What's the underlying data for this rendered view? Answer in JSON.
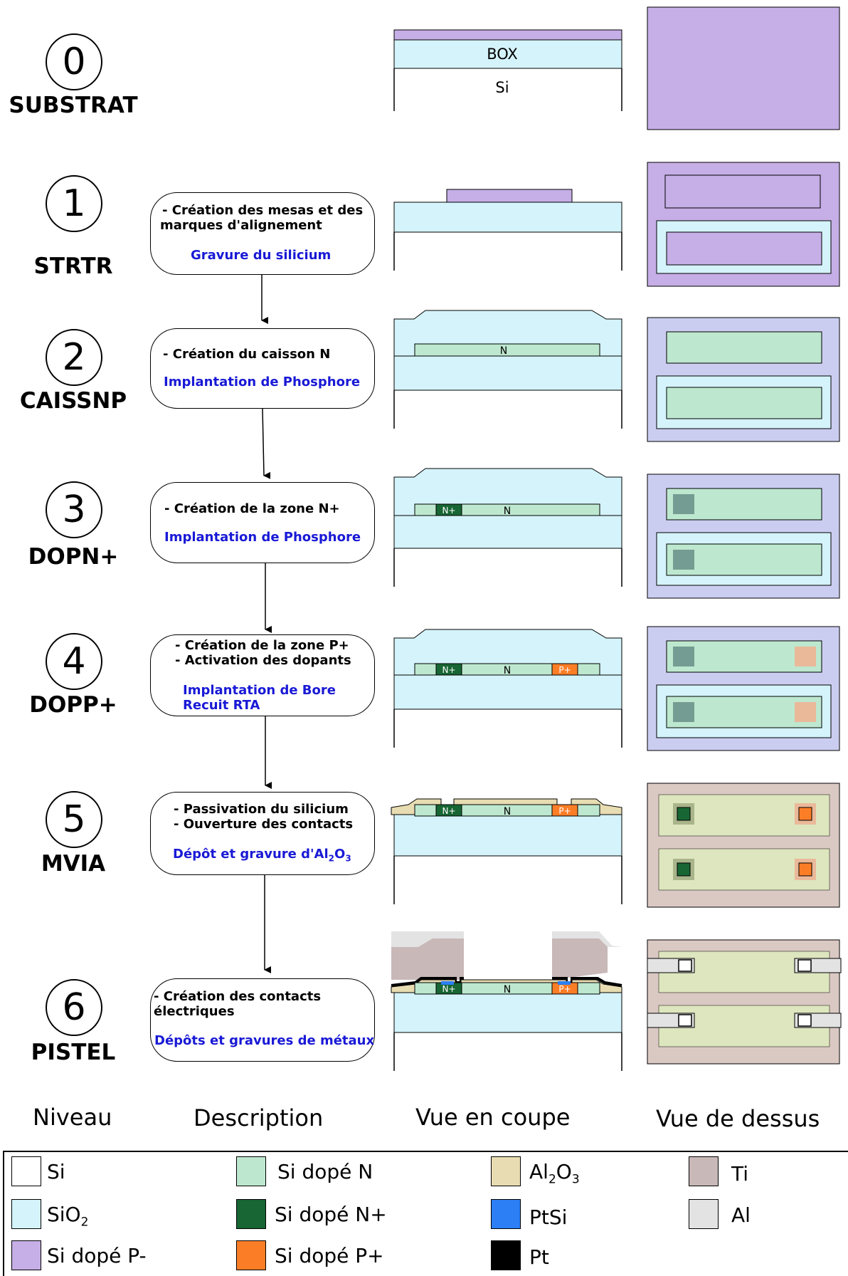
{
  "colors": {
    "si": "#ffffff",
    "sio2": "#d4f3fa",
    "si_p_minus": "#c6aee6",
    "si_n": "#bde8cf",
    "si_n_plus": "#176633",
    "si_p_plus": "#fb7e27",
    "al2o3": "#e8dcb2",
    "ptsi": "#2c7ff5",
    "pt": "#000000",
    "ti": "#c8b8b8",
    "al": "#e3e3e3",
    "top_field": "#cbcdf0",
    "top_ti_field": "#dac9c3",
    "top_mesa_al2o3": "#dde6be",
    "top_nplus_muted": "#749c92",
    "top_pplus_muted": "#eab99a"
  },
  "levels": [
    {
      "number": "0",
      "name": "SUBSTRAT"
    },
    {
      "number": "1",
      "name": "STRTR"
    },
    {
      "number": "2",
      "name": "CAISSNP"
    },
    {
      "number": "3",
      "name": "DOPN+"
    },
    {
      "number": "4",
      "name": "DOPP+"
    },
    {
      "number": "5",
      "name": "MVIA"
    },
    {
      "number": "6",
      "name": "PISTEL"
    }
  ],
  "steps": [
    {
      "line1": "- Création des mesas et des",
      "line2": "marques d'alignement",
      "process1": "Gravure du silicium",
      "process2": ""
    },
    {
      "line1": "- Création du caisson N",
      "line2": "",
      "process1": "Implantation de Phosphore",
      "process2": ""
    },
    {
      "line1": "- Création de la zone N+",
      "line2": "",
      "process1": "Implantation de Phosphore",
      "process2": ""
    },
    {
      "line1": "- Création de la zone P+",
      "line2": "- Activation des dopants",
      "process1": "Implantation de Bore",
      "process2": "Recuit RTA"
    },
    {
      "line1": "- Passivation du silicium",
      "line2": "- Ouverture des contacts",
      "process1_pre": "Dépôt et gravure d'Al",
      "sub_a": "2",
      "process1_mid": "O",
      "sub_b": "3"
    },
    {
      "line1": "- Création des contacts",
      "line2": "électriques",
      "process1": "Dépôts et gravures de métaux",
      "process2": ""
    }
  ],
  "section_labels": {
    "box": "BOX",
    "si": "Si",
    "n": "N",
    "n_plus": "N+",
    "p_plus": "P+"
  },
  "columns": {
    "niveau": "Niveau",
    "description": "Description",
    "coupe": "Vue en coupe",
    "dessus": "Vue de dessus"
  },
  "legend": {
    "si": "Si",
    "sio2_base": "SiO",
    "sio2_sub": "2",
    "si_p_minus": "Si dopé P-",
    "si_n": "Si dopé N",
    "si_n_plus": "Si dopé N+",
    "si_p_plus": "Si dopé P+",
    "al2o3_a": "Al",
    "al2o3_sub1": "2",
    "al2o3_b": "O",
    "al2o3_sub2": "3",
    "ptsi": "PtSi",
    "pt": "Pt",
    "ti": "Ti",
    "al": "Al"
  }
}
